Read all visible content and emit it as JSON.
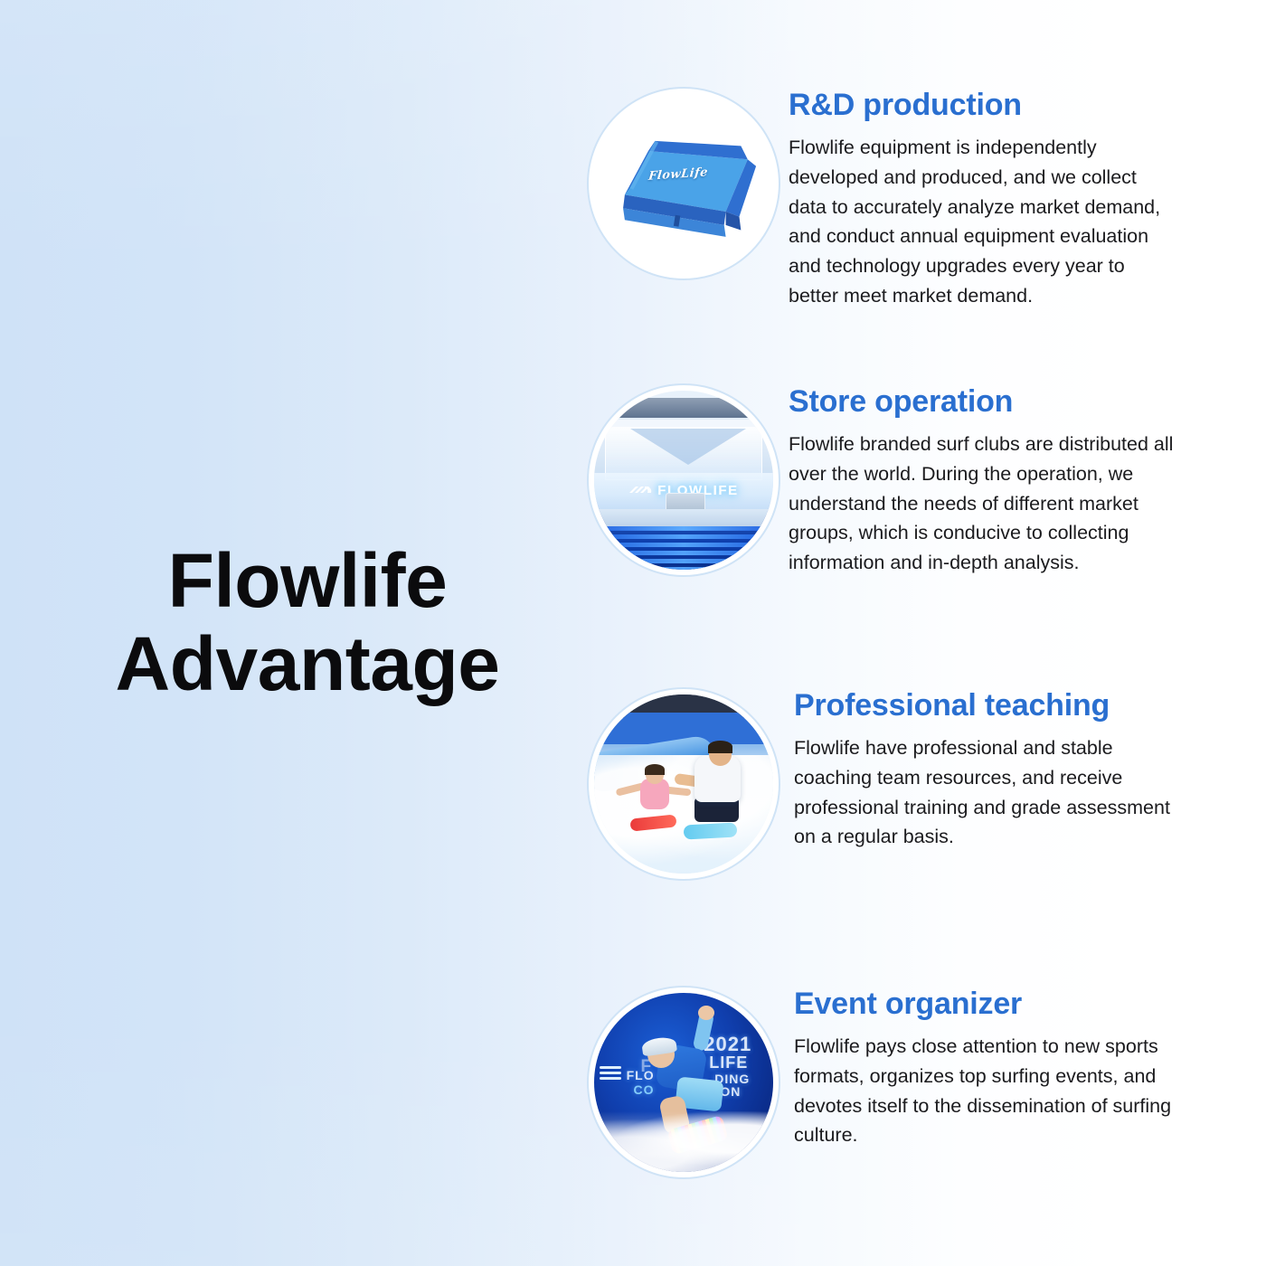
{
  "page": {
    "title_line_1": "Flowlife",
    "title_line_2": "Advantage",
    "background_start": "#cfe2f7",
    "background_end": "#ffffff",
    "accent_color": "#2a6fd0"
  },
  "features": [
    {
      "id": "rd-production",
      "heading": "R&D production",
      "body": "Flowlife equipment is independently developed and produced, and we collect data to accurately analyze market demand, and conduct annual equipment evaluation and technology upgrades every year to better meet market demand.",
      "image_name": "flowlife-equipment-render",
      "image_caption": "FlowLife"
    },
    {
      "id": "store-operation",
      "heading": "Store operation",
      "body": "Flowlife branded surf clubs are distributed all over the world. During the operation, we understand the needs of different market groups, which is conducive to collecting information and in-depth analysis.",
      "image_name": "flowlife-store-interior",
      "image_caption": "FLOWLIFE"
    },
    {
      "id": "professional-teaching",
      "heading": "Professional teaching",
      "body": "Flowlife have professional and stable coaching team resources, and receive professional training and grade assessment on a regular basis.",
      "image_name": "coach-teaching-child-flowrider",
      "image_caption": ""
    },
    {
      "id": "event-organizer",
      "heading": "Event organizer",
      "body": "Flowlife pays close attention to new sports formats, organizes top surfing events, and devotes itself to the dissemination of surfing culture.",
      "image_name": "flowboarding-competition-surfer",
      "image_caption": "2021"
    }
  ],
  "event_banner": {
    "year": "2021",
    "line_life": "LIFE",
    "line_flo": "FLO",
    "line_ding": "DING",
    "line_co": "CO",
    "line_on": "ON",
    "line_pf": "F"
  }
}
